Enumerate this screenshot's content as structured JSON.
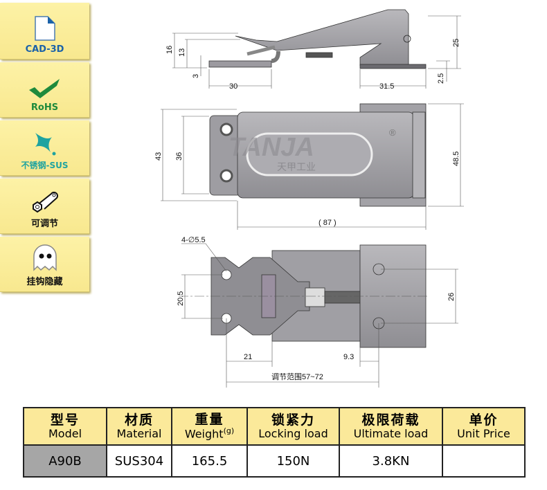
{
  "sidebar": {
    "items": [
      {
        "label": "CAD-3D",
        "icon": "document-icon",
        "color": "#1b62a8"
      },
      {
        "label": "RoHS",
        "icon": "checkmark-icon",
        "color": "#1e8a3c"
      },
      {
        "label": "不锈钢-SUS",
        "icon": "sparkle-icon",
        "color": "#1fa3a0"
      },
      {
        "label": "可调节",
        "icon": "wrench-icon",
        "color": "#111111"
      },
      {
        "label": "挂钩隐藏",
        "icon": "ghost-icon",
        "color": "#111111"
      }
    ]
  },
  "drawing": {
    "side_view": {
      "dim_16": "16",
      "dim_13": "13",
      "dim_3": "3",
      "dim_30": "30",
      "dim_31_5": "31.5",
      "dim_25": "25",
      "dim_2_5": "2.5"
    },
    "top_view": {
      "dim_43": "43",
      "dim_36": "36",
      "dim_48_5": "48.5",
      "dim_87": "( 87 )",
      "watermark": "TANJA",
      "watermark_sub": "天甲工业",
      "registered": "®"
    },
    "bottom_view": {
      "holes": "4-∅5.5",
      "dim_20_5": "20.5",
      "dim_26": "26",
      "dim_21": "21",
      "dim_9_3": "9.3",
      "range": "调节范围57~72"
    }
  },
  "spec_table": {
    "headers": [
      {
        "zh": "型号",
        "en": "Model"
      },
      {
        "zh": "材质",
        "en": "Material"
      },
      {
        "zh": "重量",
        "en": "Weight",
        "unit": "(g)"
      },
      {
        "zh": "锁紧力",
        "en": "Locking load"
      },
      {
        "zh": "极限荷载",
        "en": "Ultimate load"
      },
      {
        "zh": "单价",
        "en": "Unit Price"
      }
    ],
    "row": {
      "model": "A90B",
      "material": "SUS304",
      "weight": "165.5",
      "locking_load": "150N",
      "ultimate_load": "3.8KN",
      "unit_price": ""
    }
  }
}
